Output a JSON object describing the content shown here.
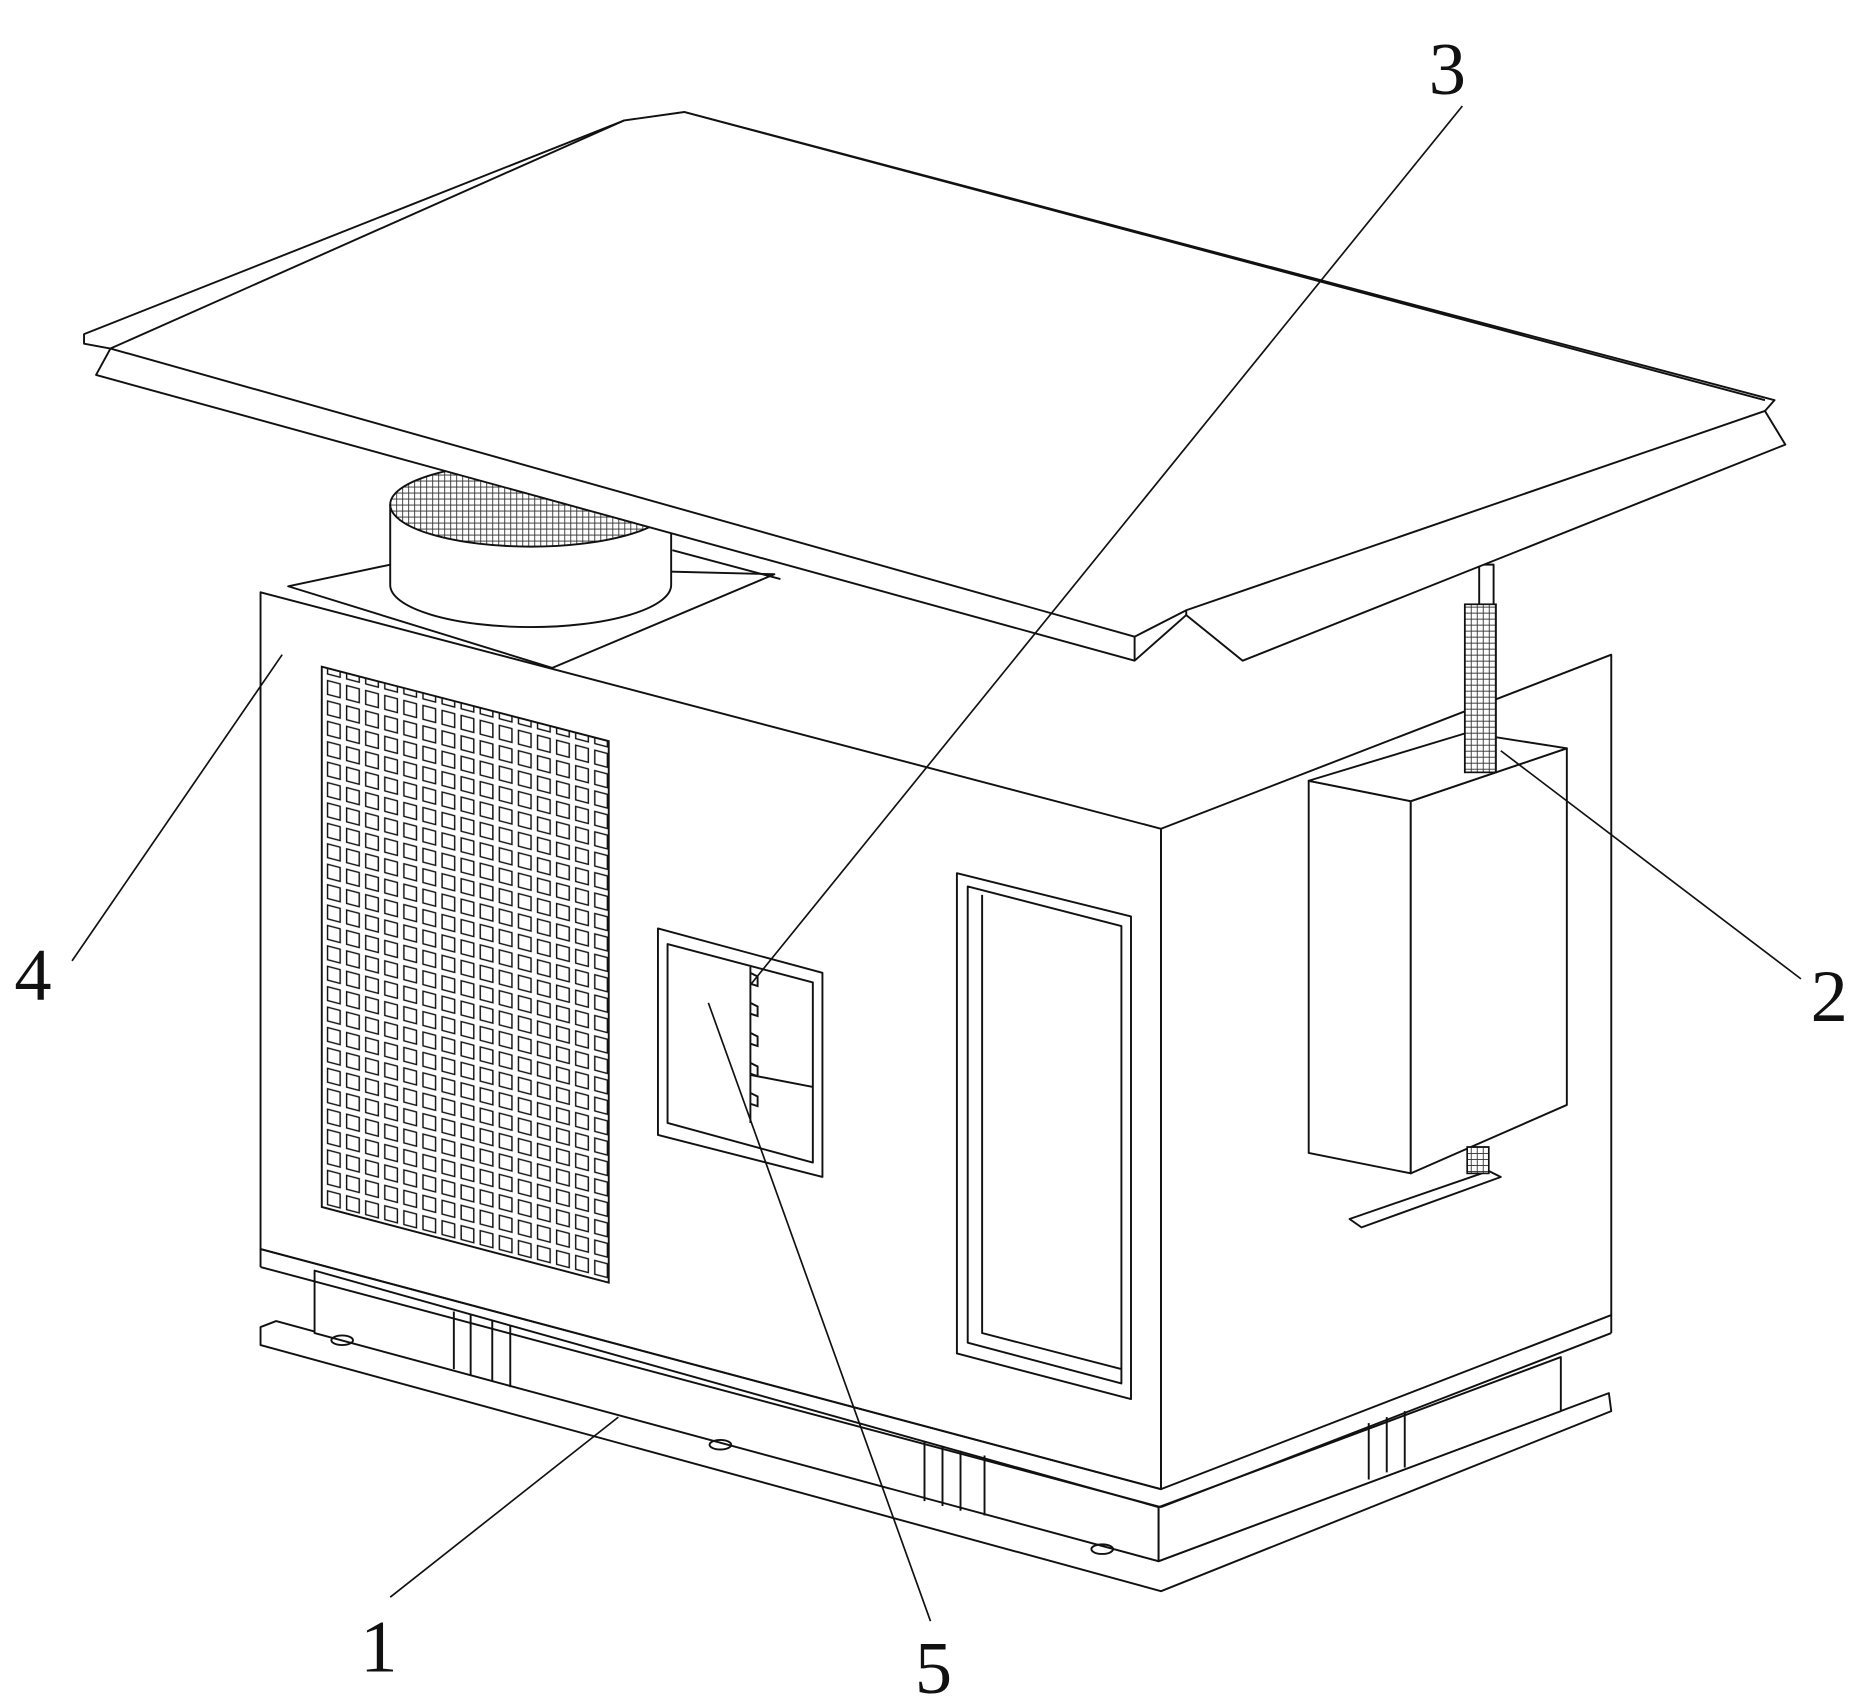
{
  "figure": {
    "labels": [
      {
        "id": "1",
        "text": "1",
        "part": "base"
      },
      {
        "id": "2",
        "text": "2",
        "part": "lifting-screw"
      },
      {
        "id": "3",
        "text": "3",
        "part": "rack"
      },
      {
        "id": "4",
        "text": "4",
        "part": "housing"
      },
      {
        "id": "5",
        "text": "5",
        "part": "window"
      }
    ],
    "colors": {
      "line": "#111111",
      "background": "#ffffff",
      "mesh": "#333333"
    }
  }
}
